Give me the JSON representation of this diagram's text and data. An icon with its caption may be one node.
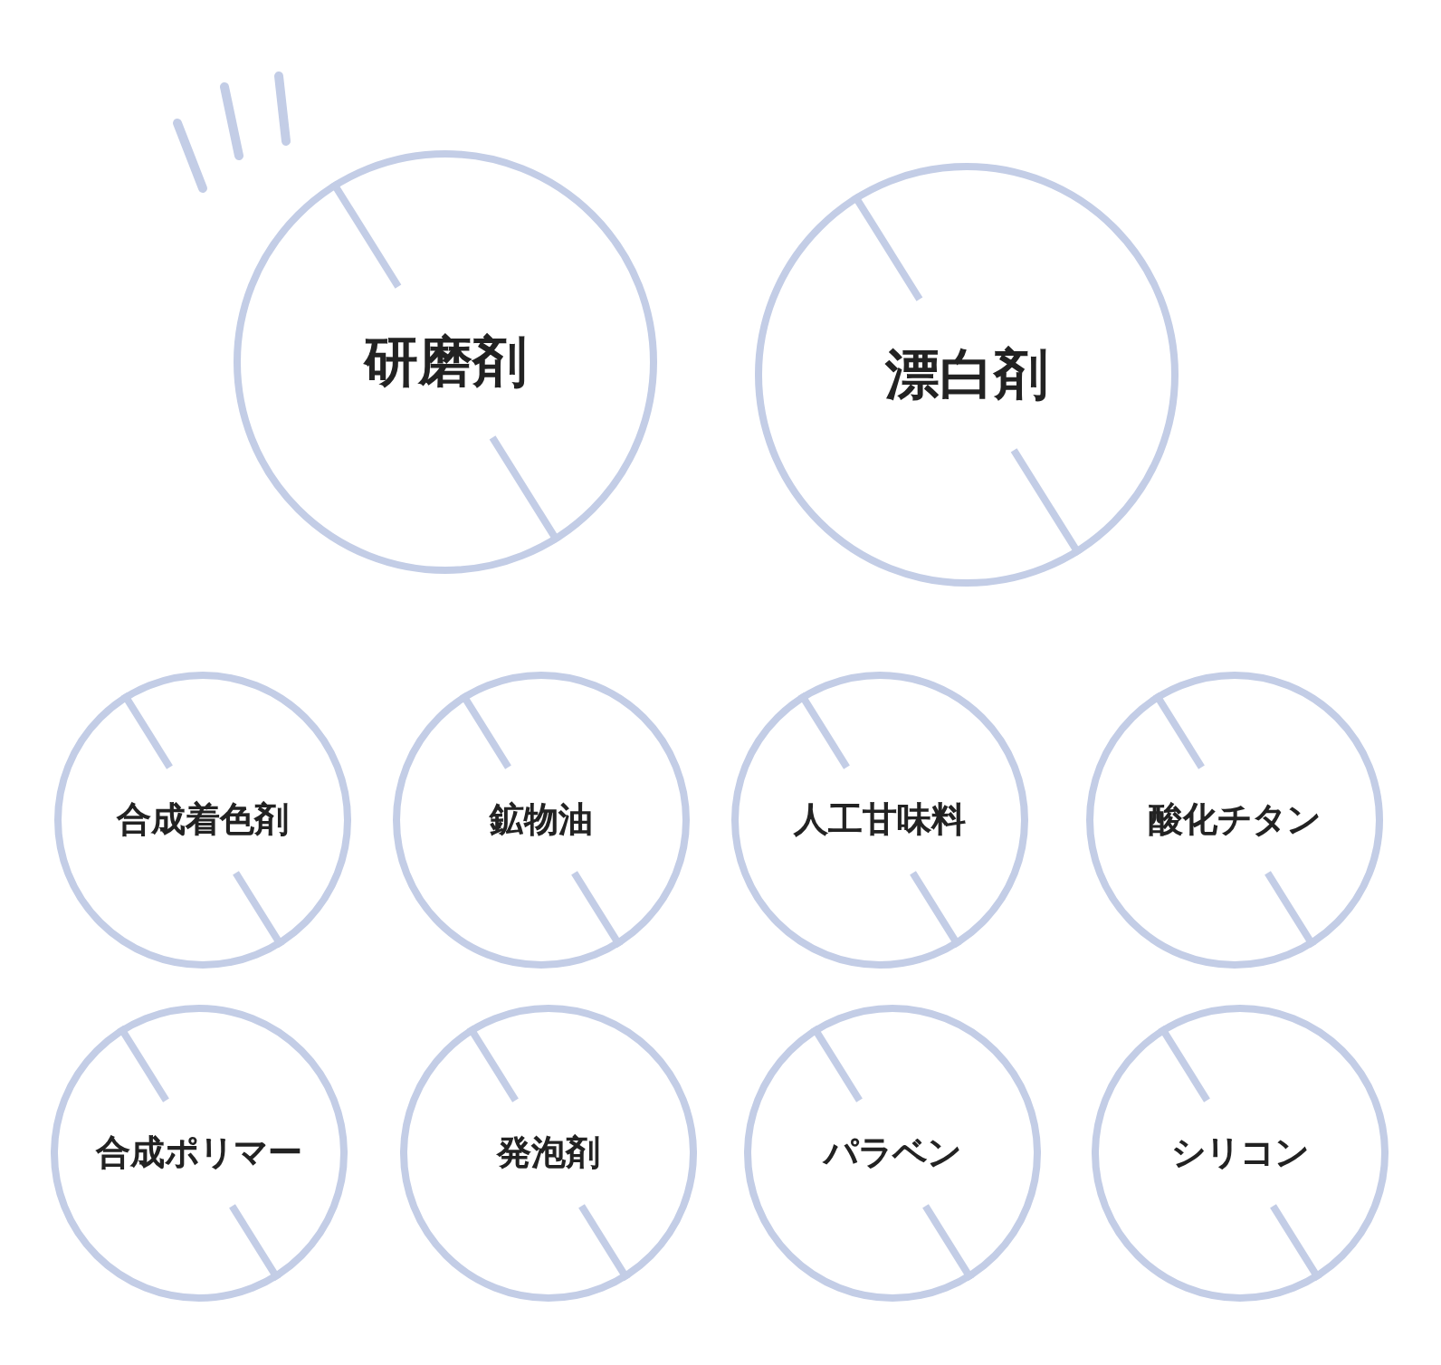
{
  "diagram": {
    "nodes": [
      {
        "text": [
          "研磨剤"
        ]
      },
      {
        "text": [
          "漂白剤"
        ]
      },
      {
        "text": [
          "合成着色剤"
        ]
      },
      {
        "text": [
          "鉱物油"
        ]
      },
      {
        "text": [
          "人工甘味料"
        ]
      },
      {
        "text": [
          "酸化チタン"
        ]
      },
      {
        "text": [
          "合成ポリマー"
        ]
      },
      {
        "text": [
          "発泡剤"
        ]
      },
      {
        "text": [
          "パラベン"
        ]
      },
      {
        "text": [
          "シリコン"
        ]
      }
    ]
  }
}
